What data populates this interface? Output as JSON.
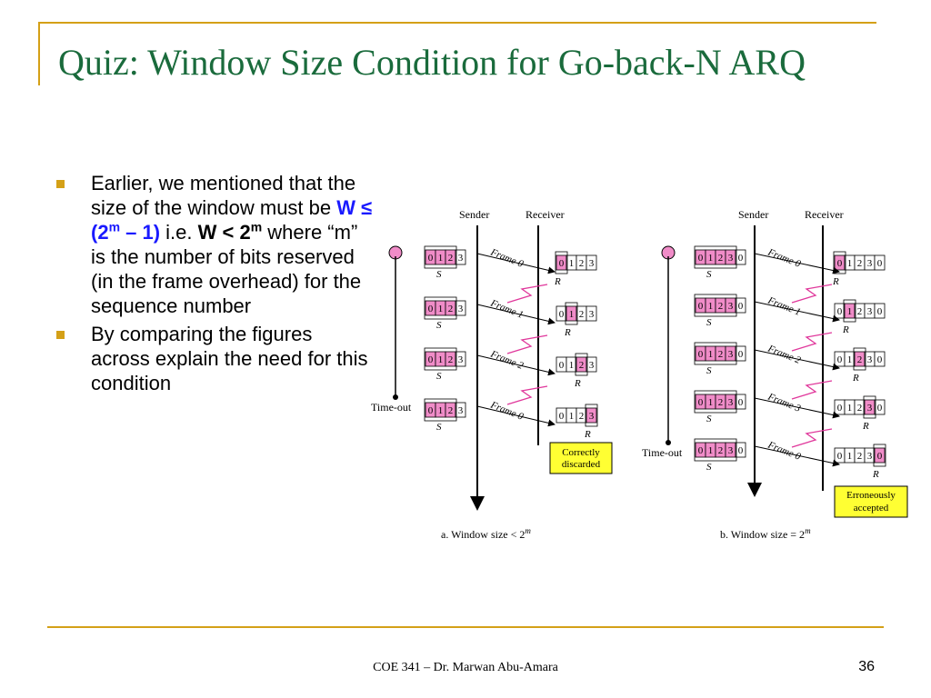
{
  "slide": {
    "title": "Quiz: Window Size Condition for Go-back-N ARQ",
    "footer": "COE 341 – Dr. Marwan Abu-Amara",
    "page_number": "36"
  },
  "bullets": {
    "b1": {
      "t1": "Earlier, we mentioned that the size of the window must be ",
      "w_le": "W ≤",
      "paren_open": "(2",
      "m1": "m",
      "paren_close": " – 1)",
      "ie": " i.e. ",
      "w_lt": "W < 2",
      "m2": "m",
      "t2": " where “m” is the number of bits reserved (in the frame overhead) for the sequence number"
    },
    "b2": "By comparing the figures across explain the need for this condition"
  },
  "figure": {
    "sender": "Sender",
    "receiver": "Receiver",
    "timeout": "Time-out",
    "s": "S",
    "r": "R",
    "panel_a": {
      "caption": "a. Window size < 2",
      "caption_sup": "m",
      "frames": [
        "Frame 0",
        "Frame 1",
        "Frame 2",
        "Frame 0"
      ],
      "sender_seq": [
        "0",
        "1",
        "2",
        "3"
      ],
      "receiver_seq": [
        "0",
        "1",
        "2",
        "3"
      ],
      "note": [
        "Correctly",
        "discarded"
      ]
    },
    "panel_b": {
      "caption": "b. Window size = 2",
      "caption_sup": "m",
      "frames": [
        "Frame 0",
        "Frame 1",
        "Frame 2",
        "Frame 3",
        "Frame 0"
      ],
      "sender_seq": [
        "0",
        "1",
        "2",
        "3",
        "0"
      ],
      "receiver_seq": [
        "0",
        "1",
        "2",
        "3",
        "0"
      ],
      "note": [
        "Erroneously",
        "accepted"
      ]
    }
  },
  "colors": {
    "title": "#1a6b3c",
    "accent": "#d4a017",
    "highlight": "#f08cc8",
    "arrow": "#e0379b",
    "note_bg": "#ffff33"
  }
}
